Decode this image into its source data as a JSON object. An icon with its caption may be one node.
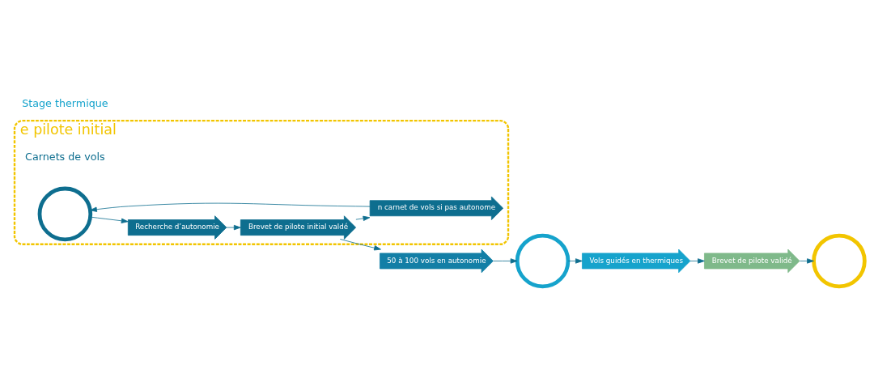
{
  "diagram": {
    "nodes": [
      {
        "text": [
          "e pilote initial"
        ]
      },
      {
        "text": [],
        "shape": "circle",
        "in": 0
      },
      {
        "text": [
          "Recherche d’autonomie"
        ],
        "in": 0
      },
      {
        "text": [
          "Brevet de pilote initial valdé"
        ],
        "in": 0
      },
      {
        "text": [
          "n carnet de vols si pas autonome"
        ],
        "in": 0
      },
      {
        "text": [
          "50 à 100 vols en autonomie"
        ]
      },
      {
        "text": [],
        "shape": "circle"
      },
      {
        "text": [
          "Vols guidés en thermiques"
        ]
      },
      {
        "text": [
          "Brevet de pilote validé"
        ]
      },
      {
        "text": [],
        "shape": "circle"
      }
    ],
    "edges": [
      {
        "from": 1,
        "to": 2,
        "arrow": "to"
      },
      {
        "from": 2,
        "to": 3,
        "arrow": "to"
      },
      {
        "from": 3,
        "to": 4,
        "arrow": "to"
      },
      {
        "from": 4,
        "to": 1,
        "arrow": "to"
      },
      {
        "from": 3,
        "to": 5,
        "arrow": "to"
      },
      {
        "from": 5,
        "to": 6,
        "arrow": "to"
      },
      {
        "from": 6,
        "to": 7,
        "arrow": "to"
      },
      {
        "from": 7,
        "to": 8,
        "arrow": "to"
      },
      {
        "from": 8,
        "to": 9,
        "arrow": "to"
      }
    ],
    "labels": [
      "Carnets de vols",
      "Stage thermique"
    ]
  }
}
